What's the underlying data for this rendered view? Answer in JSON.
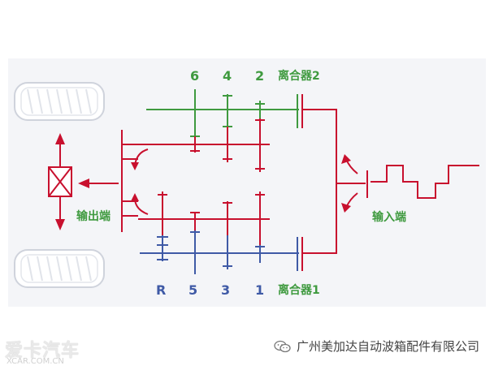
{
  "labels": {
    "gear_6": "6",
    "gear_4": "4",
    "gear_2": "2",
    "clutch_2": "离合器2",
    "output": "输出端",
    "input": "输入端",
    "gear_r": "R",
    "gear_5": "5",
    "gear_3": "3",
    "gear_1": "1",
    "clutch_1": "离合器1"
  },
  "footer": {
    "company": "广州美加达自动波箱配件有限公司",
    "watermark": "爱卡汽车",
    "watermark_sub": "XCAR.COM.CN"
  },
  "colors": {
    "green": "#3f9a3f",
    "red": "#c8102e",
    "blue": "#3f5aa6",
    "panel": "#f4f5f8",
    "text": "#444444"
  }
}
